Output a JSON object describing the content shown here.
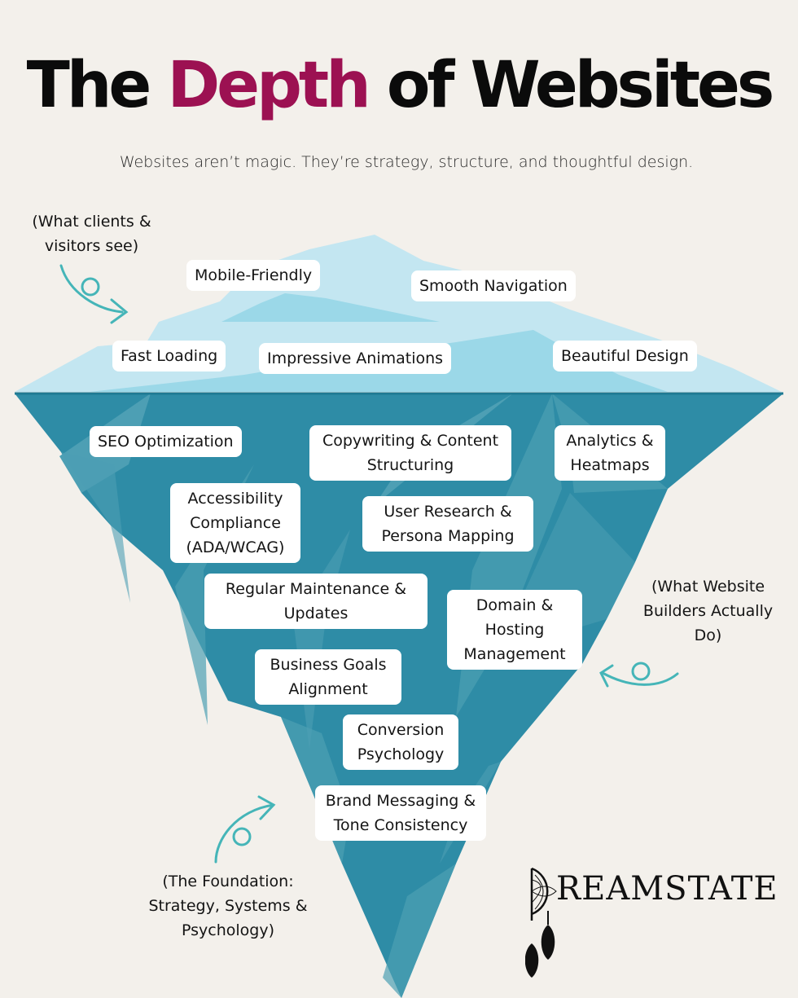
{
  "header": {
    "title_part1": "The ",
    "title_accent": "Depth",
    "title_part2": " of Websites",
    "subtitle": "Websites aren’t magic. They’re strategy, structure, and thoughtful design."
  },
  "colors": {
    "background": "#f3f0eb",
    "accent": "#9c1152",
    "ice_light": "#c3e6f1",
    "ice_mid": "#9bd8e8",
    "water_deep": "#2e8ca6",
    "water_facet": "#4d9fb4",
    "arrow": "#45b5b8"
  },
  "annotations": {
    "top": "(What clients & visitors see)",
    "middle": "(What Website Builders Actually Do)",
    "bottom": "(The Foundation: Strategy, Systems & Psychology)"
  },
  "surface_items": [
    {
      "label": "Mobile-Friendly"
    },
    {
      "label": "Smooth Navigation"
    },
    {
      "label": "Fast Loading"
    },
    {
      "label": "Impressive Animations"
    },
    {
      "label": "Beautiful Design"
    }
  ],
  "deep_items": [
    {
      "label": "SEO Optimization"
    },
    {
      "label": "Copywriting & Content Structuring"
    },
    {
      "label": "Analytics & Heatmaps"
    },
    {
      "label": "Accessibility Compliance (ADA/WCAG)"
    },
    {
      "label": "User Research & Persona Mapping"
    },
    {
      "label": "Regular Maintenance & Updates"
    },
    {
      "label": "Domain & Hosting Management"
    },
    {
      "label": "Business Goals Alignment"
    },
    {
      "label": "Conversion Psychology"
    },
    {
      "label": "Brand Messaging & Tone Consistency"
    }
  ],
  "brand": {
    "name": "REAMSTATE",
    "icon": "dreamcatcher-icon"
  }
}
